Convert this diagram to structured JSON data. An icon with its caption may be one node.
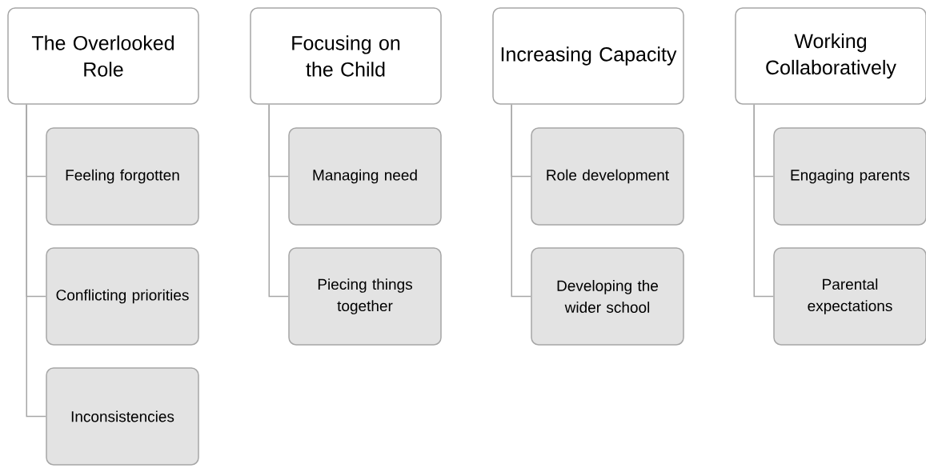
{
  "diagram": {
    "nodes": [
      {
        "text": [
          "The Overlooked Role"
        ]
      },
      {
        "text": [
          "Feeling forgotten"
        ]
      },
      {
        "text": [
          "Conflicting priorities"
        ]
      },
      {
        "text": [
          "Inconsistencies"
        ]
      },
      {
        "text": [
          "Focusing on the Child"
        ]
      },
      {
        "text": [
          "Managing need"
        ]
      },
      {
        "text": [
          "Piecing things together"
        ]
      },
      {
        "text": [
          "Increasing Capacity"
        ]
      },
      {
        "text": [
          "Role development"
        ]
      },
      {
        "text": [
          "Developing the wider school"
        ]
      },
      {
        "text": [
          "Working Collaboratively"
        ]
      },
      {
        "text": [
          "Engaging parents"
        ]
      },
      {
        "text": [
          "Parental expectations"
        ]
      }
    ],
    "edges": [
      {
        "from": 0,
        "to": 1,
        "arrow": "none"
      },
      {
        "from": 0,
        "to": 2,
        "arrow": "none"
      },
      {
        "from": 0,
        "to": 3,
        "arrow": "none"
      },
      {
        "from": 4,
        "to": 5,
        "arrow": "none"
      },
      {
        "from": 4,
        "to": 6,
        "arrow": "none"
      },
      {
        "from": 7,
        "to": 8,
        "arrow": "none"
      },
      {
        "from": 7,
        "to": 9,
        "arrow": "none"
      },
      {
        "from": 10,
        "to": 11,
        "arrow": "none"
      },
      {
        "from": 10,
        "to": 12,
        "arrow": "none"
      }
    ]
  }
}
